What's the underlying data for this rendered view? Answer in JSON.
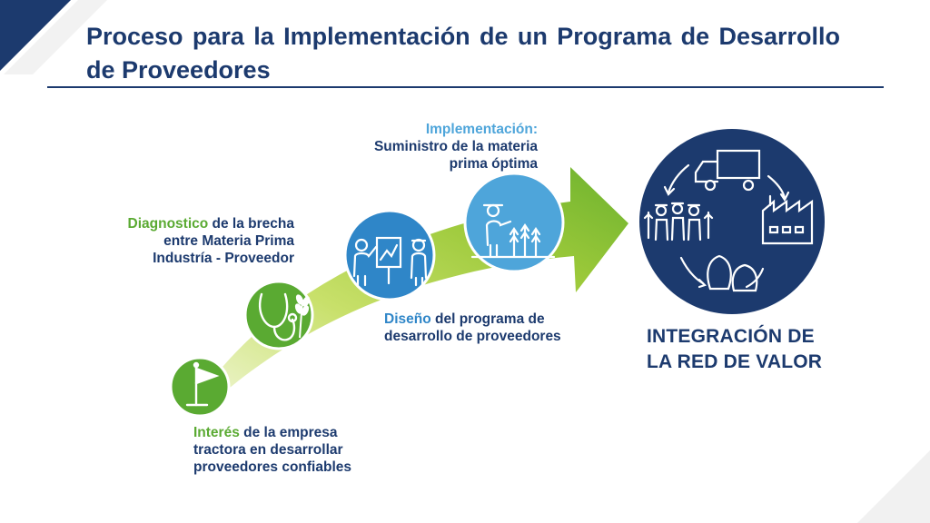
{
  "title": "Proceso para la Implementación de un Programa de Desarrollo de Proveedores",
  "steps": [
    {
      "highlight": "Interés",
      "lines": [
        " de la empresa",
        "tractora en desarrollar",
        "proveedores confiables"
      ],
      "icon": "flag-icon"
    },
    {
      "highlight": "Diagnostico",
      "lines": [
        " de la brecha",
        "entre Materia Prima",
        "Industría - Proveedor"
      ],
      "icon": "stethoscope-icon"
    },
    {
      "highlight": "Diseño",
      "lines": [
        " del programa de",
        "desarrollo de proveedores"
      ],
      "icon": "planning-meeting-icon"
    },
    {
      "highlight": "Implementación:",
      "lines": [
        "Suministro de la materia",
        "prima óptima"
      ],
      "icon": "farmer-field-icon"
    }
  ],
  "result": {
    "lines": [
      "INTEGRACIÓN DE",
      "LA RED DE VALOR"
    ],
    "icon": "value-chain-cycle-icon"
  },
  "colors": {
    "navy": "#1c3a6e",
    "green": "#5aaa32",
    "blue": "#2f86c8",
    "lightblue": "#4ea5da",
    "lime": "#a9cf3a"
  }
}
